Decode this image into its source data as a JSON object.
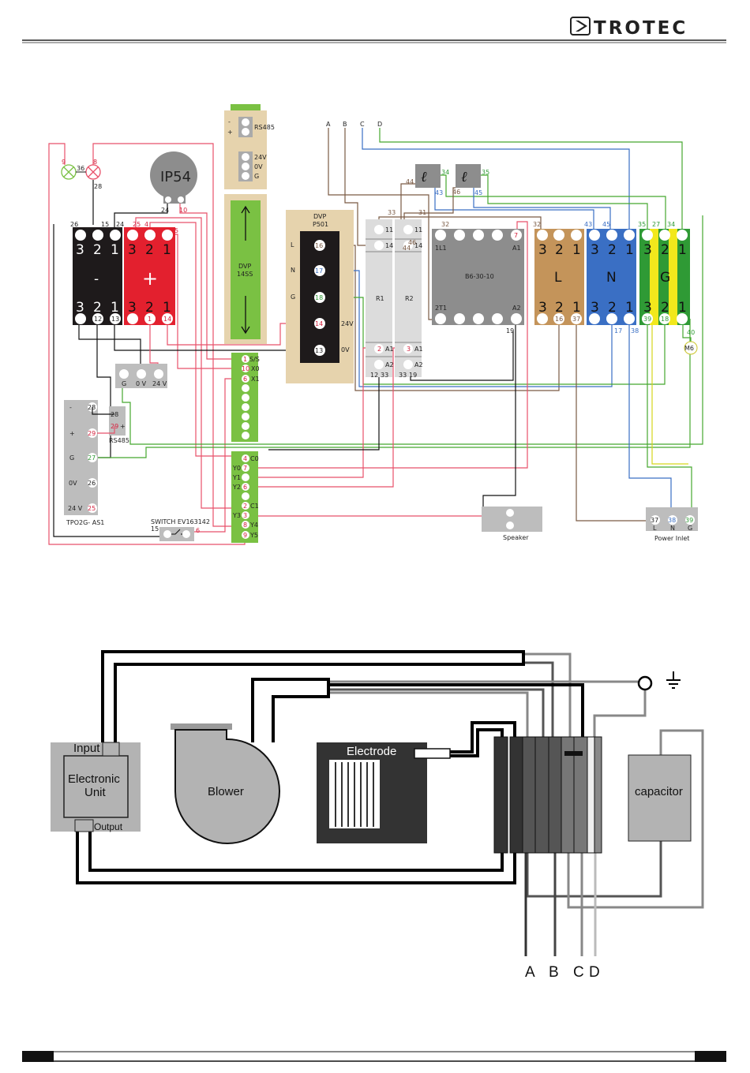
{
  "header": {
    "brand": "TROTEC"
  },
  "upper": {
    "ip54": "IP54",
    "rs485": "RS485",
    "rs485_minus": "-",
    "rs485_plus": "+",
    "rs_24v": "24V",
    "rs_0v": "0V",
    "rs_g": "G",
    "dvp14ss": [
      "DVP",
      "14SS"
    ],
    "dvpps01": [
      "DVP",
      "P501"
    ],
    "ps_labels": {
      "l": "L",
      "n": "N",
      "g": "G",
      "v24": "24V",
      "v0": "0V"
    },
    "neg_sign": "-",
    "pos_sign": "+",
    "digits": [
      "3",
      "2",
      "1"
    ],
    "r1": "R1",
    "r2": "R2",
    "contactor": "B6-30-10",
    "contactor_terms": [
      "1L1",
      "A1",
      "2T1",
      "A2"
    ],
    "relay_terms": [
      "11",
      "14",
      "A1",
      "A2"
    ],
    "bus_l": "L",
    "bus_n": "N",
    "bus_g": "G",
    "tpo": "TPO2G- AS1",
    "tpo_labels": [
      "-",
      "+",
      "G",
      "0V",
      "24 V"
    ],
    "rs485_small": "RS485",
    "psu_labels": [
      "G",
      "0 V",
      "24 V"
    ],
    "switch": "SWITCH EV163142",
    "speaker": "Speaker",
    "power_inlet": "Power Inlet",
    "inlet_labels": [
      "L",
      "N",
      "G"
    ],
    "m6": "M6",
    "plc_labels": [
      "S/S",
      "X0",
      "X1",
      "C0",
      "Y0",
      "Y1",
      "Y2",
      "C1",
      "Y3",
      "Y4",
      "Y5"
    ],
    "wire_letters": [
      "A",
      "B",
      "C",
      "D"
    ],
    "terminals": {
      "lamp_green": "9",
      "lamp_red": "8",
      "lamp_link": "36",
      "lamp_28": "28",
      "ip_24": "24",
      "ip_10": "10",
      "neg_top": [
        "26",
        "28",
        "15",
        "24"
      ],
      "pos_top": [
        "25",
        "4",
        "5"
      ],
      "neg_bot": [
        "12",
        "13"
      ],
      "pos_bot": [
        "1",
        "14"
      ],
      "ps": [
        "16",
        "17",
        "18",
        "14",
        "13"
      ],
      "plc_top": [
        "1",
        "10",
        "6"
      ],
      "plc_bot": [
        "4",
        "7",
        "6",
        "2",
        "3",
        "8",
        "9"
      ],
      "tpo": [
        "28",
        "29",
        "27",
        "26",
        "25"
      ],
      "rs_small": [
        "28",
        "29"
      ],
      "switch": [
        "15",
        "6"
      ],
      "relay": [
        "33",
        "31",
        "44",
        "46",
        "2",
        "3",
        "12",
        "33",
        "33",
        "19"
      ],
      "sensor": [
        "44",
        "34",
        "43",
        "46",
        "35",
        "45"
      ],
      "contactor": [
        "32",
        "7",
        "19"
      ],
      "bus_top": [
        "32",
        "43",
        "45",
        "35",
        "27",
        "34"
      ],
      "bus_bot": [
        "16",
        "37",
        "17",
        "38",
        "39",
        "18",
        "40"
      ],
      "inlet": [
        "37",
        "38",
        "39"
      ]
    }
  },
  "lower": {
    "input": "Input",
    "electronic_unit": [
      "Electronic",
      "Unit"
    ],
    "output": "Output",
    "blower": "Blower",
    "electrode": "Electrode",
    "capacitor": "capacitor",
    "letters": [
      "A",
      "B",
      "C",
      "D"
    ]
  }
}
